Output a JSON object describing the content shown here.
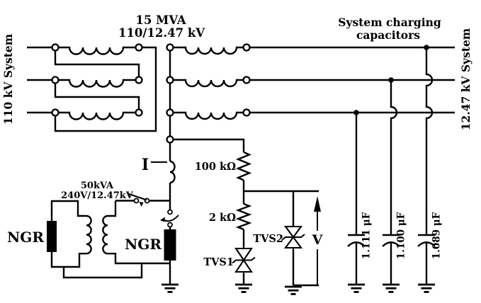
{
  "diagram": {
    "type": "electrical-schematic",
    "colors": {
      "line": "#000000",
      "background": "#ffffff"
    },
    "labels": {
      "mva": "15 MVA",
      "ratio": "110/12.47 kV",
      "charging1": "System charging",
      "charging2": "capacitors",
      "left_system": "110 kV System",
      "right_system": "12.47 kV System",
      "aux1": "50kVA",
      "aux2": "240V/12.47kV",
      "ngr_left": "NGR",
      "ngr_right": "NGR",
      "r1": "100 kΩ",
      "r2": "2 kΩ",
      "tvs1": "TVS1",
      "tvs2": "TVS2",
      "cap1": "1.111 μF",
      "cap2": "1.100 μF",
      "cap3": "1.089 μF",
      "current": "I",
      "voltage": "V"
    }
  }
}
